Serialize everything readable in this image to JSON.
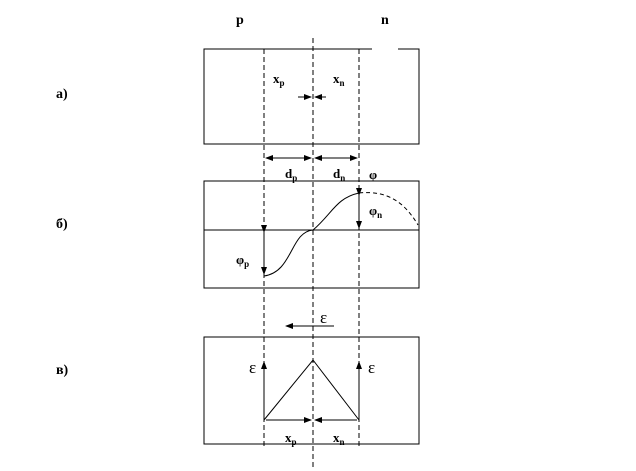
{
  "region_labels": {
    "p": "p",
    "n": "n"
  },
  "panels": [
    {
      "id": "a",
      "label": "а)"
    },
    {
      "id": "b",
      "label": "б)"
    },
    {
      "id": "v",
      "label": "в)"
    }
  ],
  "symbols": {
    "xp": {
      "base": "x",
      "sub": "p"
    },
    "xn": {
      "base": "x",
      "sub": "n"
    },
    "dp": {
      "base": "d",
      "sub": "p"
    },
    "dn": {
      "base": "d",
      "sub": "n"
    },
    "phi": "φ",
    "phin": {
      "base": "φ",
      "sub": "n"
    },
    "phip": {
      "base": "φ",
      "sub": "p"
    },
    "eps": "ε"
  }
}
